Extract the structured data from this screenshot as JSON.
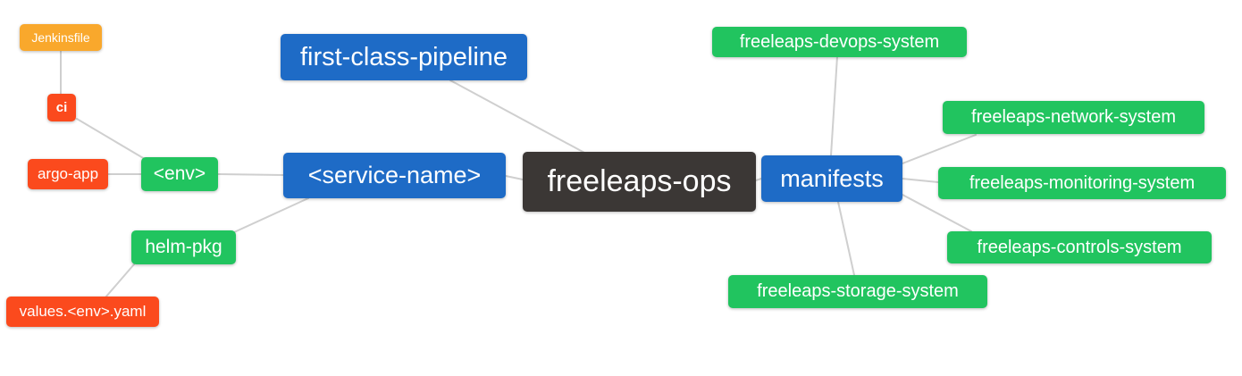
{
  "diagram": {
    "type": "mindmap",
    "root_label": "freeleaps-ops",
    "colors": {
      "root_bg": "#3b3735",
      "branch_bg": "#1e6bc6",
      "leaf_green_bg": "#21c45f",
      "leaf_red_bg": "#fb4a1d",
      "leaf_orange_bg": "#f9a82c",
      "edge": "#cfcfcf",
      "text": "#ffffff",
      "background": "#ffffff"
    },
    "nodes": {
      "root": {
        "label": "freeleaps-ops"
      },
      "first_class_pipeline": {
        "label": "first-class-pipeline"
      },
      "service_name": {
        "label": "<service-name>"
      },
      "manifests": {
        "label": "manifests"
      },
      "env": {
        "label": "<env>"
      },
      "helm_pkg": {
        "label": "helm-pkg"
      },
      "ci": {
        "label": "ci"
      },
      "argo_app": {
        "label": "argo-app"
      },
      "jenkinsfile": {
        "label": "Jenkinsfile"
      },
      "values_env_yaml": {
        "label": "values.<env>.yaml"
      },
      "devops_system": {
        "label": "freeleaps-devops-system"
      },
      "network_system": {
        "label": "freeleaps-network-system"
      },
      "monitoring_system": {
        "label": "freeleaps-monitoring-system"
      },
      "controls_system": {
        "label": "freeleaps-controls-system"
      },
      "storage_system": {
        "label": "freeleaps-storage-system"
      }
    },
    "edges": [
      {
        "from": "Jenkinsfile",
        "to": "ci"
      },
      {
        "from": "ci",
        "to": "<env>"
      },
      {
        "from": "argo-app",
        "to": "<env>"
      },
      {
        "from": "<env>",
        "to": "<service-name>"
      },
      {
        "from": "<service-name>",
        "to": "helm-pkg"
      },
      {
        "from": "helm-pkg",
        "to": "values.<env>.yaml"
      },
      {
        "from": "first-class-pipeline",
        "to": "freeleaps-ops"
      },
      {
        "from": "<service-name>",
        "to": "freeleaps-ops"
      },
      {
        "from": "freeleaps-ops",
        "to": "manifests"
      },
      {
        "from": "manifests",
        "to": "freeleaps-devops-system"
      },
      {
        "from": "manifests",
        "to": "freeleaps-network-system"
      },
      {
        "from": "manifests",
        "to": "freeleaps-monitoring-system"
      },
      {
        "from": "manifests",
        "to": "freeleaps-controls-system"
      },
      {
        "from": "manifests",
        "to": "freeleaps-storage-system"
      }
    ]
  }
}
